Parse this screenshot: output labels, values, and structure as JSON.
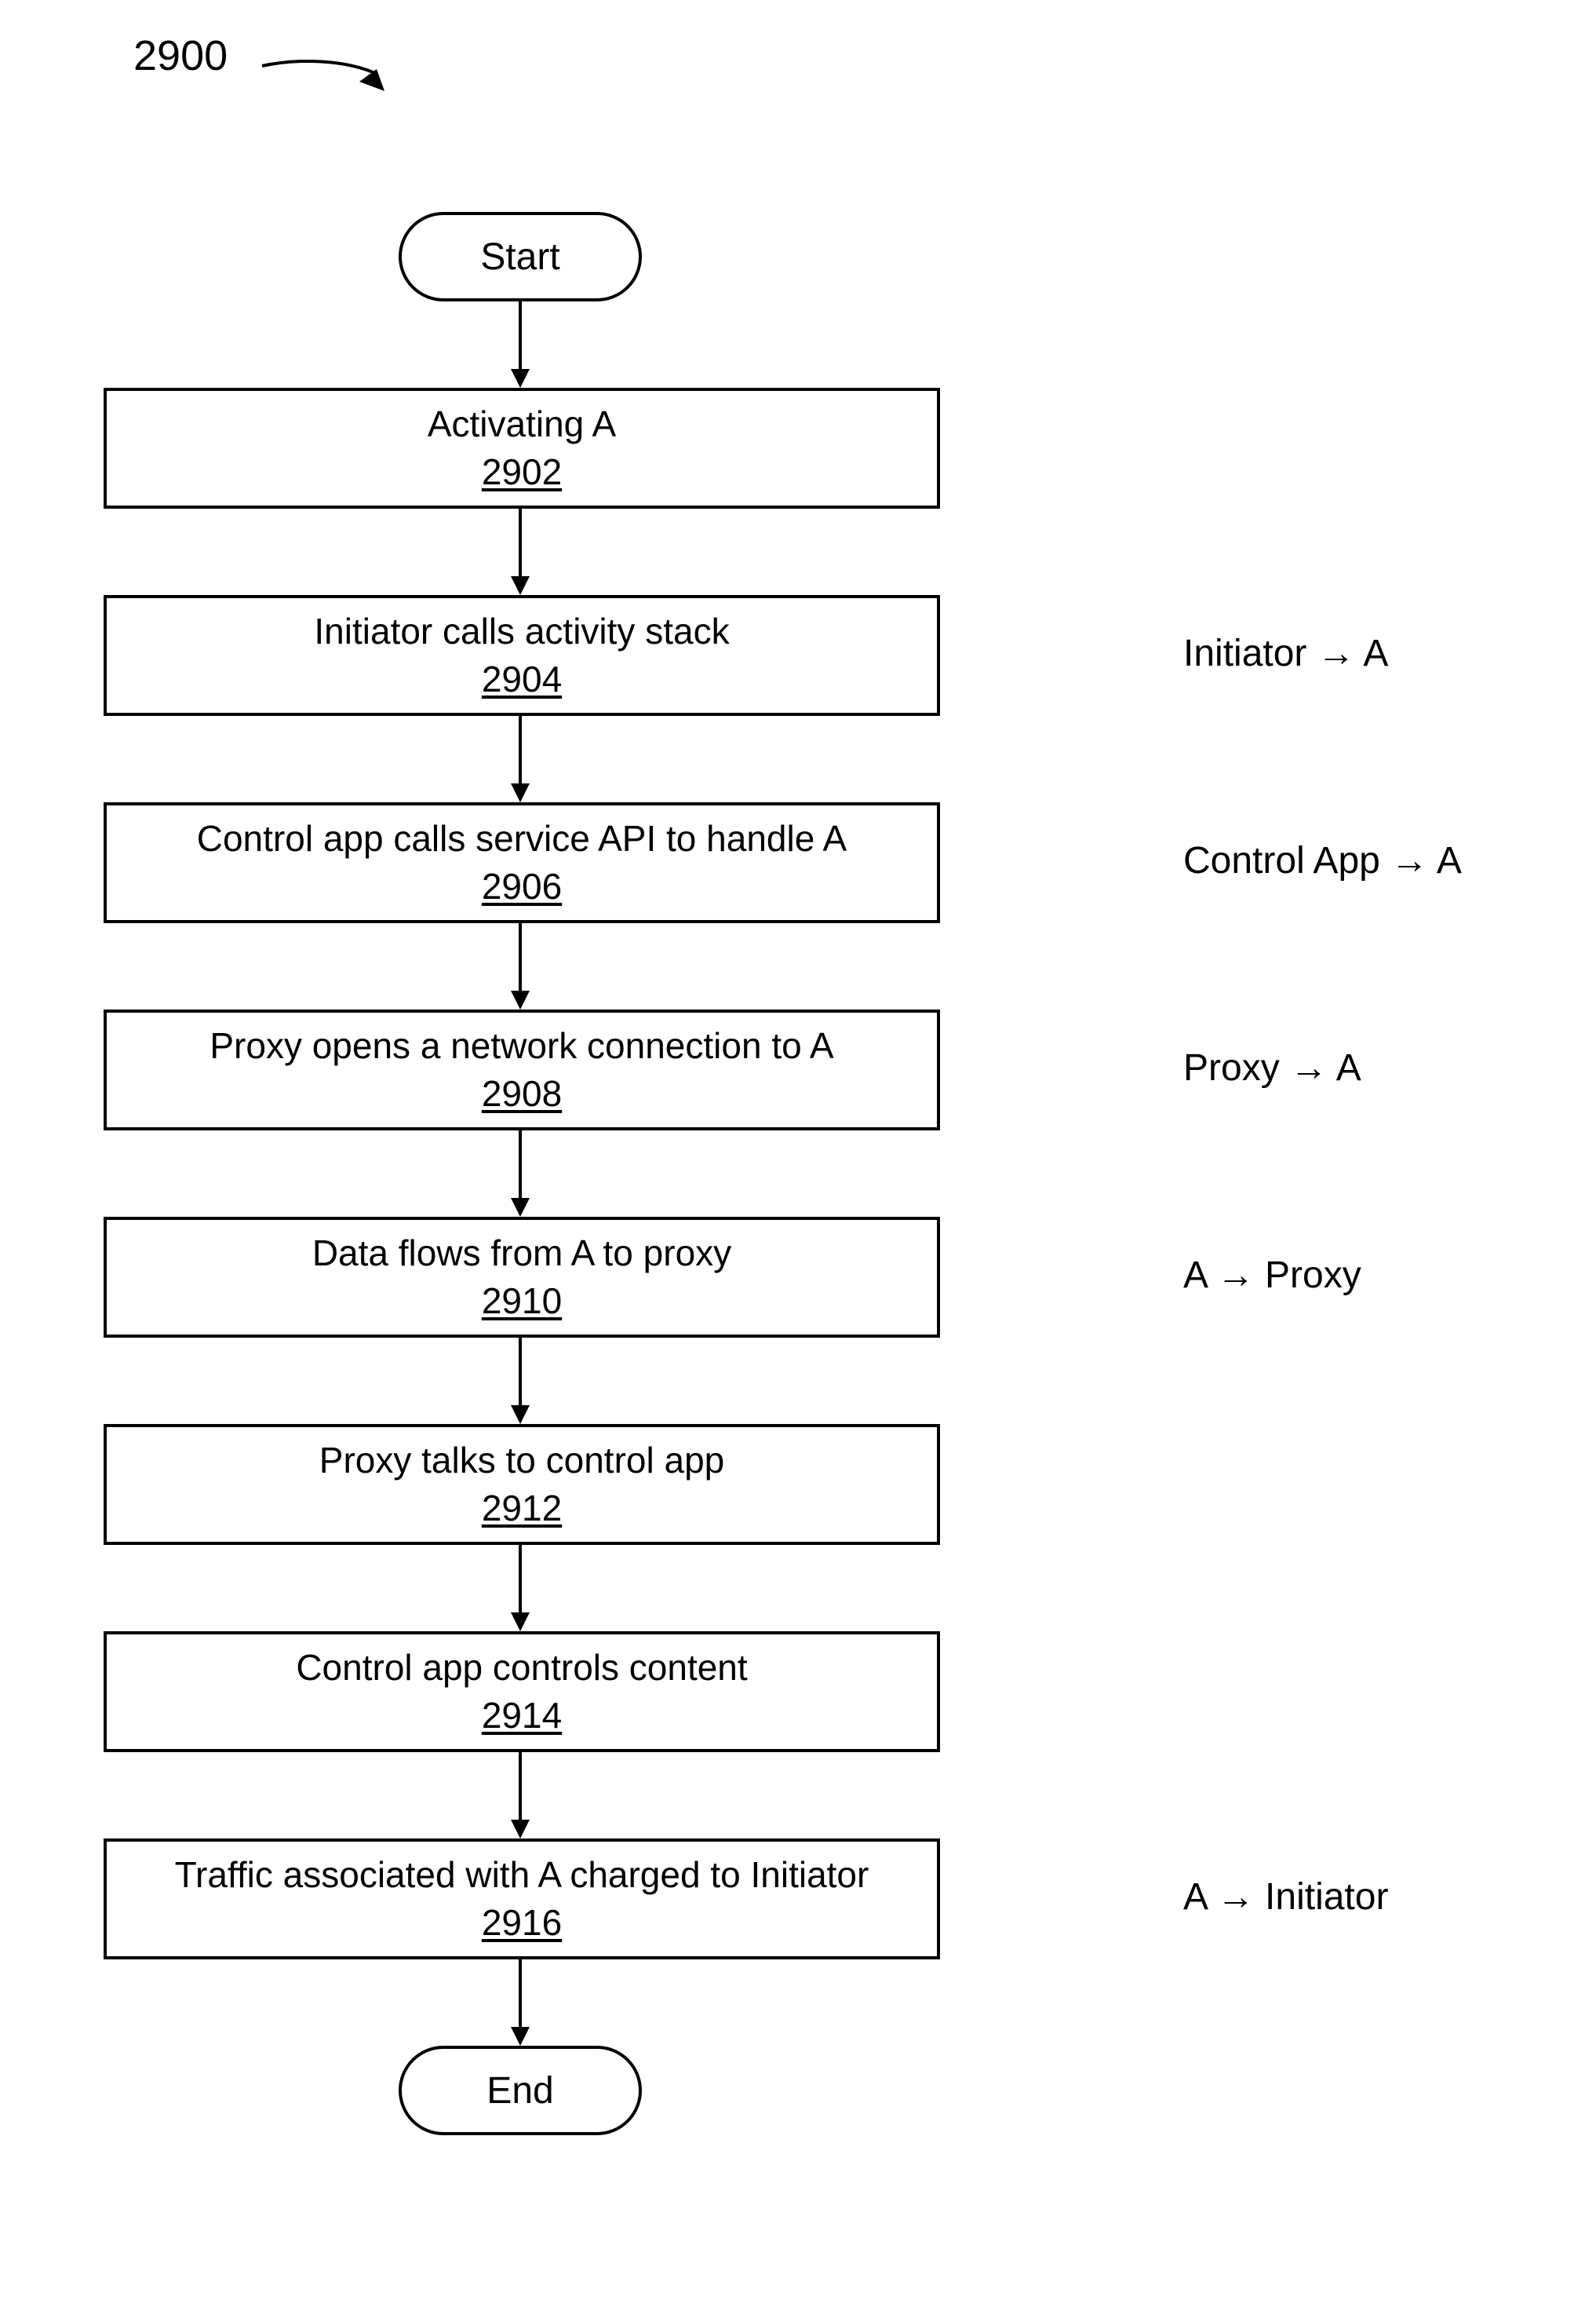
{
  "figure": {
    "number": "2900"
  },
  "flow": {
    "start": "Start",
    "end": "End",
    "steps": [
      {
        "label": "Activating A",
        "ref": "2902",
        "annotation": ""
      },
      {
        "label": "Initiator calls activity stack",
        "ref": "2904",
        "annotation": "Initiator → A"
      },
      {
        "label": "Control app calls service API to handle A",
        "ref": "2906",
        "annotation": "Control App → A"
      },
      {
        "label": "Proxy opens a network connection to A",
        "ref": "2908",
        "annotation": "Proxy → A"
      },
      {
        "label": "Data flows from A to proxy",
        "ref": "2910",
        "annotation": "A → Proxy"
      },
      {
        "label": "Proxy talks to control app",
        "ref": "2912",
        "annotation": ""
      },
      {
        "label": "Control app controls content",
        "ref": "2914",
        "annotation": ""
      },
      {
        "label": "Traffic associated with A charged to Initiator",
        "ref": "2916",
        "annotation": "A → Initiator"
      }
    ]
  }
}
